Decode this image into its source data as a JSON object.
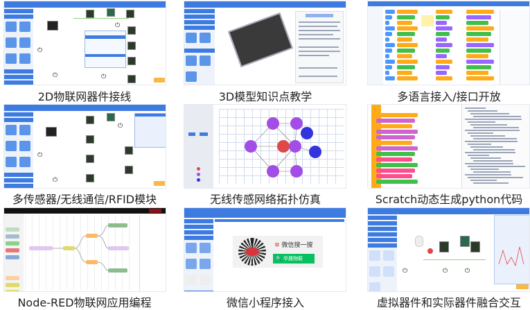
{
  "tiles": [
    {
      "caption": "2D物联网器件接线"
    },
    {
      "caption": "3D模型知识点教学"
    },
    {
      "caption": "多语言接入/接口开放"
    },
    {
      "caption": "多传感器/无线通信/RFID模块"
    },
    {
      "caption": "无线传感网络拓扑仿真"
    },
    {
      "caption": "Scratch动态生成python代码"
    },
    {
      "caption": "Node-RED物联网应用编程"
    },
    {
      "caption": "微信小程序接入"
    },
    {
      "caption": "虚拟器件和实际器件融合交互"
    }
  ],
  "wechat": {
    "search_label": "微信搜一搜",
    "search_term": "华晟物联"
  },
  "colors": {
    "accent": "#3d7be0",
    "scratch_orange": "#ffab19",
    "scratch_purple": "#9966ff",
    "wechat_green": "#07c160"
  }
}
